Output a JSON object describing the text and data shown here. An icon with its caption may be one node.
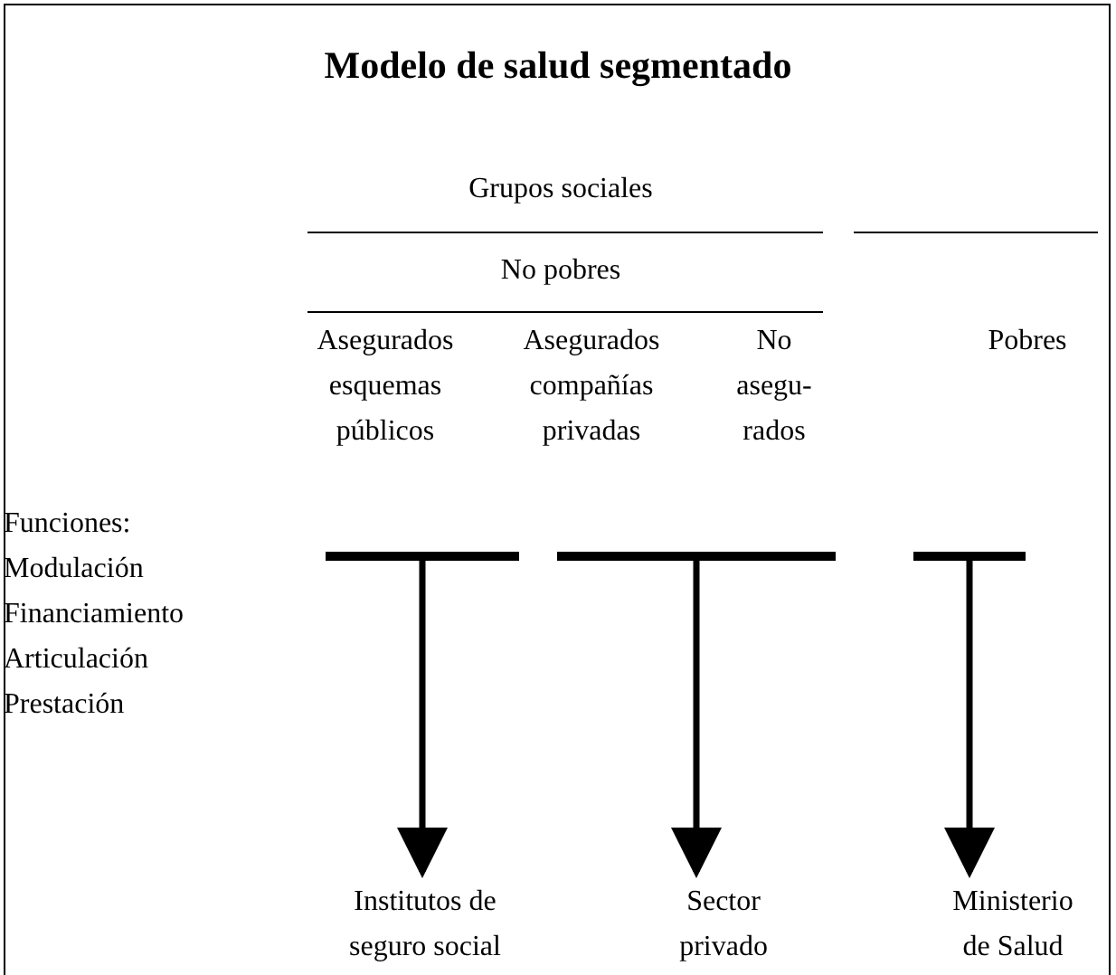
{
  "diagram": {
    "title": "Modelo de salud segmentado",
    "nodes": [
      {
        "text": [],
        "shape": "bar"
      },
      {
        "text": [],
        "shape": "bar"
      },
      {
        "text": [],
        "shape": "bar"
      },
      {
        "text": [
          "Institutos de seguro social"
        ]
      },
      {
        "text": [
          "Sector privado"
        ]
      },
      {
        "text": [
          "Ministerio de Salud"
        ]
      }
    ],
    "edges": [
      {
        "from": 0,
        "to": 3,
        "arrow": "to"
      },
      {
        "from": 1,
        "to": 4,
        "arrow": "to"
      },
      {
        "from": 2,
        "to": 5,
        "arrow": "to"
      }
    ],
    "labels": [
      "Grupos sociales",
      "No pobres",
      "Asegurados esquemas públicos",
      "Asegurados compañías privadas",
      "No asegu- rados",
      "Pobres",
      "Funciones:",
      "Modulación",
      "Financiamiento",
      "Articulación",
      "Prestación"
    ]
  }
}
